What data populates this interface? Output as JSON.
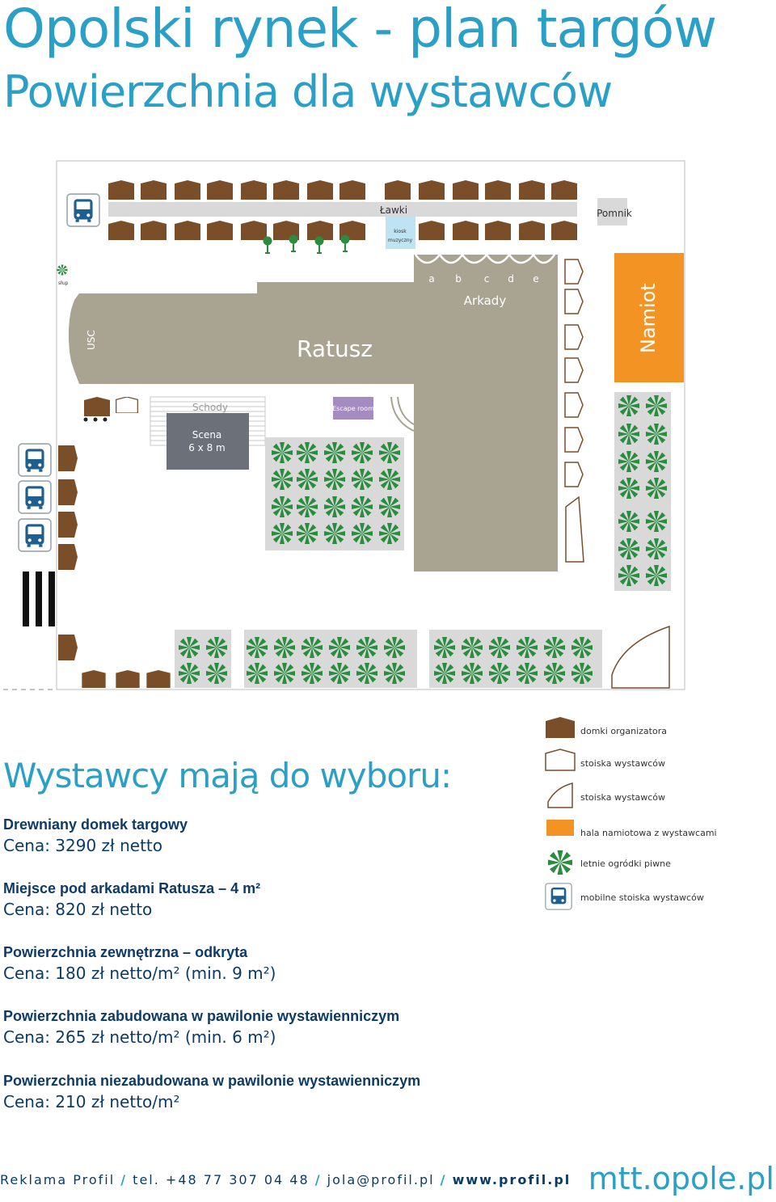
{
  "header": {
    "title": "Opolski rynek - plan targów",
    "subtitle": "Powierzchnia dla wystawców"
  },
  "map": {
    "labels": {
      "benches": "Ławki",
      "kiosk_line1": "kiosk",
      "kiosk_line2": "muzyczny",
      "monument": "Pomnik",
      "pillar": "słup",
      "usc": "USC",
      "town_hall": "Ratusz",
      "arcades": "Arkady",
      "arcade_a": "a",
      "arcade_b": "b",
      "arcade_c": "c",
      "arcade_d": "d",
      "arcade_e": "e",
      "tent": "Namiot",
      "stairs": "Schody",
      "escape_room": "Escape room",
      "stage_line1": "Scena",
      "stage_line2": "6 x 8 m"
    },
    "colors": {
      "hut": "#7b4e2a",
      "town_hall": "#a9a391",
      "tent": "#f39323",
      "umbrella": "#2a8c3e",
      "stage": "#6b7079",
      "escape_room": "#a48bc0",
      "kiosk": "#bfe3f2",
      "grey": "#d9d9d9"
    }
  },
  "legend": {
    "items": [
      {
        "label": "domki organizatora",
        "icon": "hut-icon"
      },
      {
        "label": "stoiska wystawców",
        "icon": "booth-icon"
      },
      {
        "label": "stoiska wystawców",
        "icon": "corner-booth-icon"
      },
      {
        "label": "hala namiotowa z wystawcami",
        "icon": "tent-swatch-icon"
      },
      {
        "label": "letnie ogródki piwne",
        "icon": "umbrella-icon"
      },
      {
        "label": "mobilne stoiska wystawców",
        "icon": "bus-icon"
      }
    ]
  },
  "offers": {
    "heading": "Wystawcy mają do wyboru:",
    "items": [
      {
        "name": "Drewniany domek targowy",
        "price": "Cena: 3290 zł netto"
      },
      {
        "name": "Miejsce pod arkadami Ratusza – 4 m²",
        "price": "Cena: 820 zł netto"
      },
      {
        "name": "Powierzchnia zewnętrzna – odkryta",
        "price": "Cena: 180 zł netto/m² (min. 9 m²)"
      },
      {
        "name": "Powierzchnia zabudowana w pawilonie wystawienniczym",
        "price": "Cena: 265 zł netto/m² (min. 6 m²)"
      },
      {
        "name": "Powierzchnia niezabudowana w pawilonie wystawienniczym",
        "price": "Cena: 210 zł netto/m²"
      }
    ]
  },
  "footer": {
    "company": "Reklama Profil",
    "separator": "/",
    "phone": "tel. +48 77 307 04 48",
    "email": "jola@profil.pl",
    "website": "www.profil.pl",
    "brand": "mtt.opole.pl"
  }
}
